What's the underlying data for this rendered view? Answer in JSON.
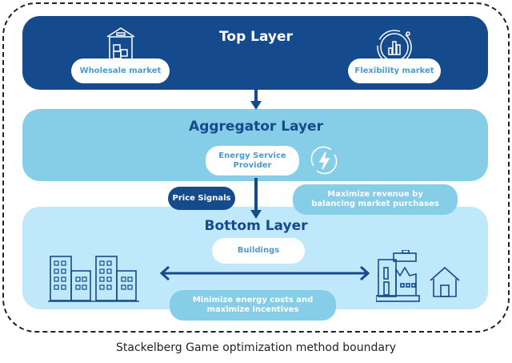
{
  "top_layer": {
    "title": "Top Layer",
    "wholesale": "Wholesale market",
    "flexibility": "Flexibility market"
  },
  "aggregator_layer": {
    "title": "Aggregator Layer",
    "provider": "Energy Service Provider"
  },
  "signals": {
    "price": "Price Signals",
    "aggregator_goal": "Maximize revenue by balancing market purchases"
  },
  "bottom_layer": {
    "title": "Bottom Layer",
    "buildings": "Buildings",
    "goal": "Minimize energy costs and maximize incentives"
  },
  "caption": "Stackelberg Game optimization method boundary",
  "colors": {
    "dark": "#154a8c",
    "aggregator": "#86cde8",
    "bottom": "#bfe9fb",
    "pill_text": "#4a9bcf"
  }
}
